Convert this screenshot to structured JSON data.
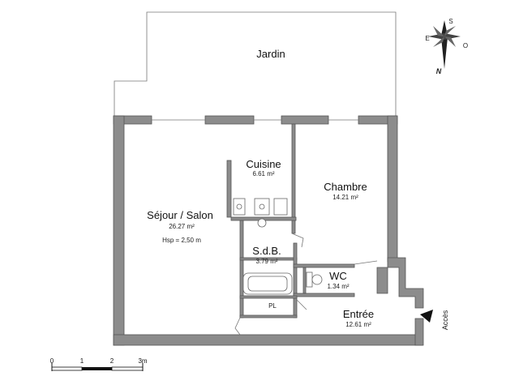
{
  "rooms": {
    "jardin": {
      "name": "Jardin"
    },
    "cuisine": {
      "name": "Cuisine",
      "area": "6.61 m²"
    },
    "chambre": {
      "name": "Chambre",
      "area": "14.21 m²"
    },
    "sejour": {
      "name": "Séjour / Salon",
      "area": "26.27 m²",
      "note": "Hsp =  2,50 m"
    },
    "sdb": {
      "name": "S.d.B.",
      "area": "3.79 m²"
    },
    "wc": {
      "name": "WC",
      "area": "1.34 m²"
    },
    "entree": {
      "name": "Entrée",
      "area": "12.61 m²"
    },
    "pl": {
      "name": "PL"
    }
  },
  "acces": {
    "label": "Accès"
  },
  "compass": {
    "s": "S",
    "e": "E",
    "o": "O",
    "n": "N"
  },
  "scale": {
    "ticks": [
      "0",
      "1",
      "2",
      "3m"
    ]
  },
  "colors": {
    "wall": "#8c8c8c",
    "line": "#777777"
  }
}
